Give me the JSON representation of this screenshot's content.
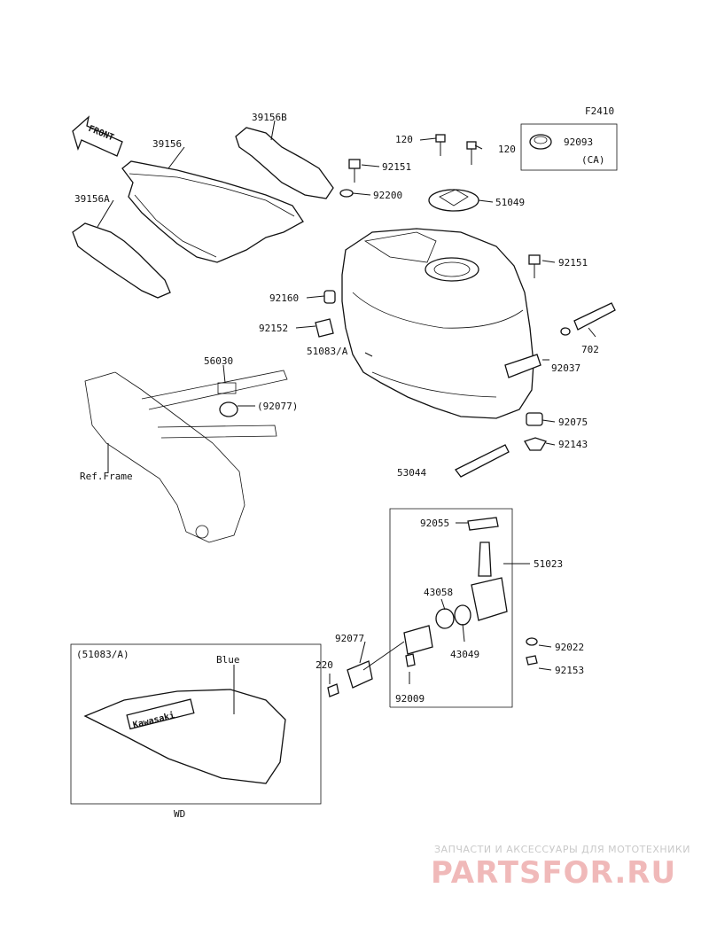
{
  "figure_code": "F2410",
  "front_label": "FRONT",
  "ca_label": "(CA)",
  "inset": {
    "ref_label": "(51083/A)",
    "color_label": "Blue",
    "logo_text": "Kawasaki",
    "caption": "WD"
  },
  "ref_frame": "Ref.Frame",
  "callouts": {
    "p39156": "39156",
    "p39156a": "39156A",
    "p39156b": "39156B",
    "p120_left": "120",
    "p120_right": "120",
    "p92093": "92093",
    "p92151_top": "92151",
    "p92200": "92200",
    "p51049": "51049",
    "p92151_mid": "92151",
    "p92160": "92160",
    "p92152": "92152",
    "p51083a": "51083/A",
    "p702": "702",
    "p92037": "92037",
    "p56030": "56030",
    "p92077_ref": "(92077)",
    "p92075": "92075",
    "p92143": "92143",
    "p53044": "53044",
    "p92055": "92055",
    "p51023": "51023",
    "p43058": "43058",
    "p92077": "92077",
    "p43049": "43049",
    "p92022": "92022",
    "p220": "220",
    "p92153": "92153",
    "p92009": "92009"
  },
  "watermark": {
    "tagline": "ЗАПЧАСТИ И АКСЕССУАРЫ ДЛЯ МОТОТЕХНИКИ",
    "brand": "PARTSFOR.RU"
  }
}
